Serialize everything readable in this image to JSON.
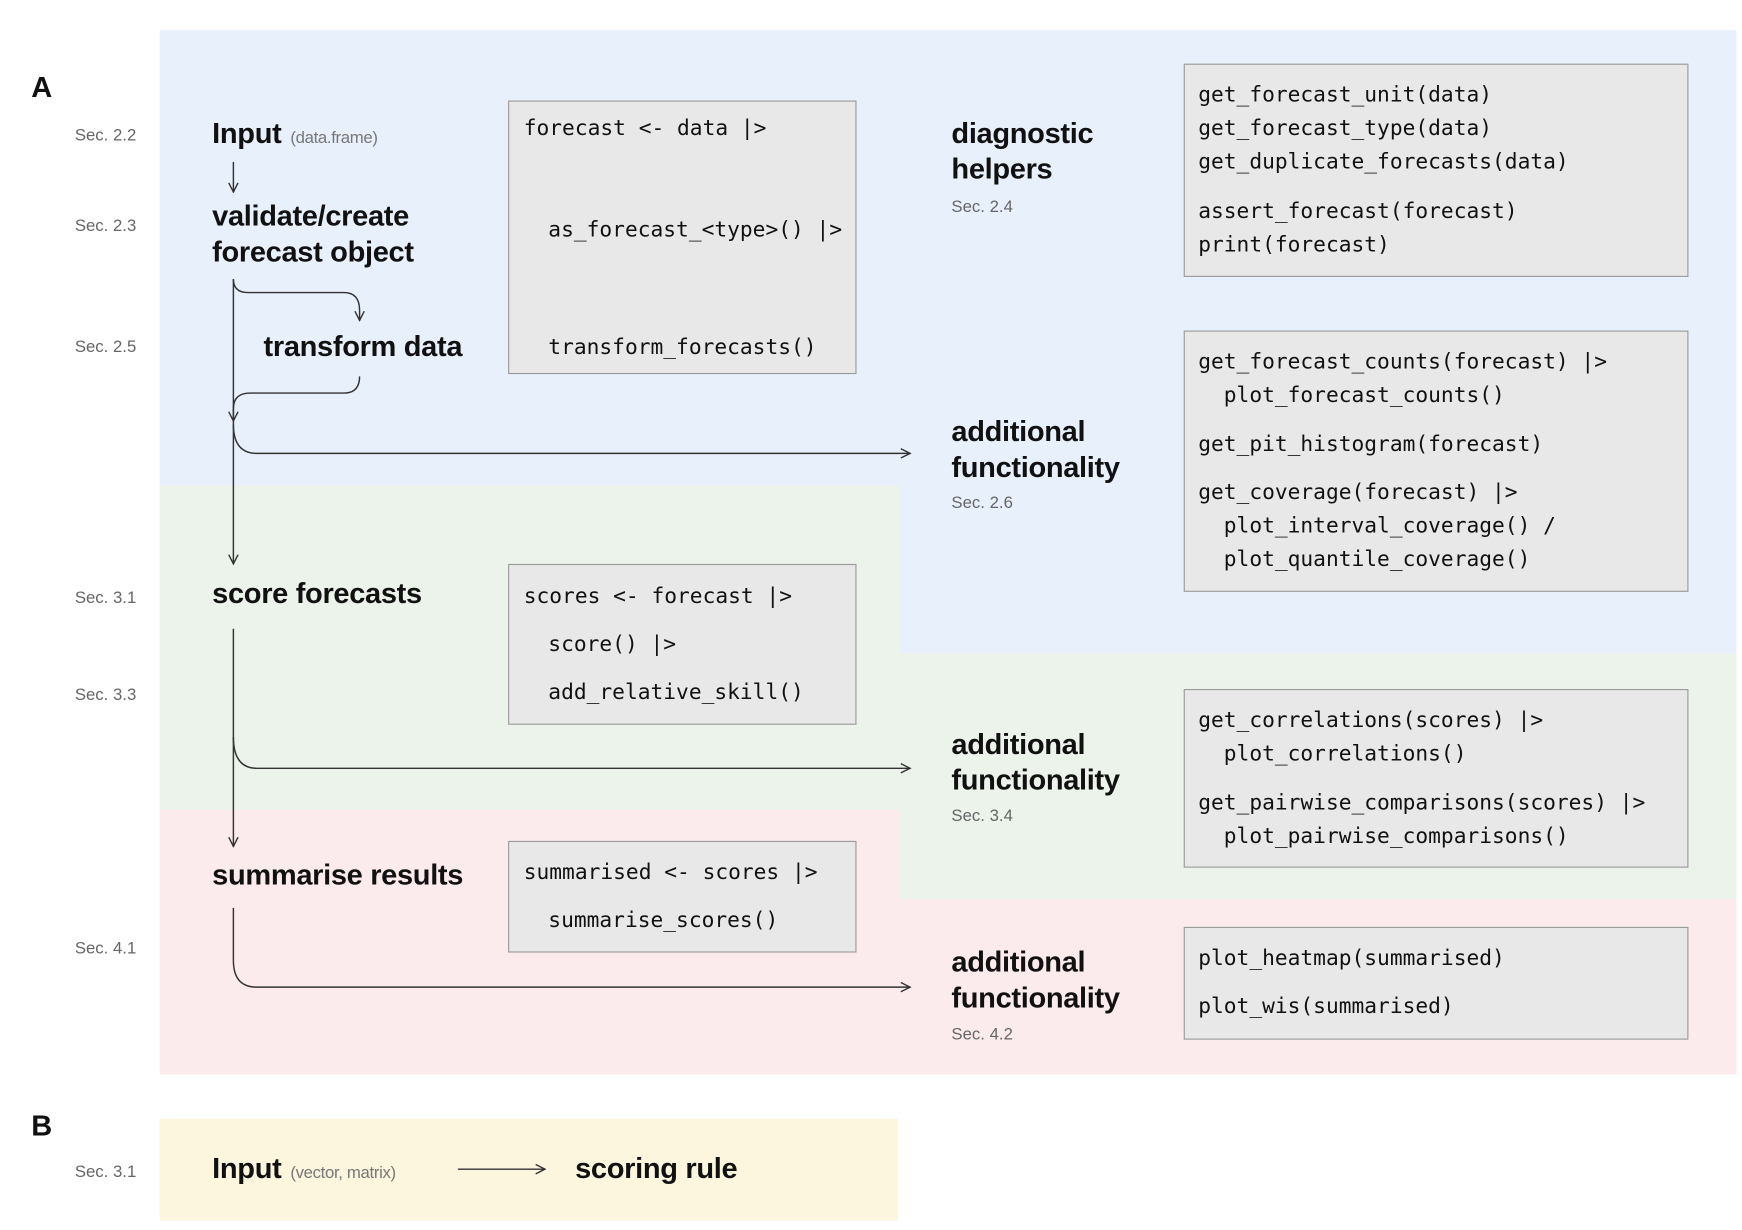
{
  "colors": {
    "blue_region": "#e8f0fc",
    "green_region": "#ebf3ea",
    "pink_region": "#fcebec",
    "yellow_region": "#fcf6df",
    "code_box": "#e8e8e8"
  },
  "panel_a": {
    "label": "A",
    "sections": {
      "input": "Sec. 2.2",
      "validate": "Sec. 2.3",
      "transform": "Sec. 2.5",
      "score": "Sec. 3.1",
      "score_extra": "Sec. 3.3",
      "summarise": "Sec. 4.1"
    },
    "steps": {
      "input": "Input",
      "input_type": "(data.frame)",
      "validate_1": "validate/create",
      "validate_2": "forecast object",
      "transform": "transform data",
      "score": "score forecasts",
      "summarise": "summarise results"
    },
    "code": {
      "forecast": [
        "forecast <- data |>",
        "as_forecast_<type>() |>",
        "transform_forecasts()"
      ],
      "scores": [
        "scores <- forecast |>",
        "score() |>",
        "add_relative_skill()"
      ],
      "summarised": [
        "summarised <- scores |>",
        "summarise_scores()"
      ]
    },
    "right": {
      "diagnostic": {
        "title_1": "diagnostic",
        "title_2": "helpers",
        "sec": "Sec. 2.4",
        "code": [
          "get_forecast_unit(data)",
          "get_forecast_type(data)",
          "get_duplicate_forecasts(data)",
          "assert_forecast(forecast)",
          "print(forecast)"
        ]
      },
      "additional_forecast": {
        "title_1": "additional",
        "title_2": "functionality",
        "sec": "Sec. 2.6",
        "code": [
          "get_forecast_counts(forecast) |>",
          "  plot_forecast_counts()",
          "get_pit_histogram(forecast)",
          "get_coverage(forecast) |>",
          "  plot_interval_coverage() /",
          "  plot_quantile_coverage()"
        ]
      },
      "additional_scores": {
        "title_1": "additional",
        "title_2": "functionality",
        "sec": "Sec. 3.4",
        "code": [
          "get_correlations(scores) |>",
          "  plot_correlations()",
          "get_pairwise_comparisons(scores) |>",
          "  plot_pairwise_comparisons()"
        ]
      },
      "additional_summarised": {
        "title_1": "additional",
        "title_2": "functionality",
        "sec": "Sec. 4.2",
        "code": [
          "plot_heatmap(summarised)",
          "plot_wis(summarised)"
        ]
      }
    }
  },
  "panel_b": {
    "label": "B",
    "sec": "Sec. 3.1",
    "input": "Input",
    "input_type": "(vector, matrix)",
    "output": "scoring rule"
  }
}
